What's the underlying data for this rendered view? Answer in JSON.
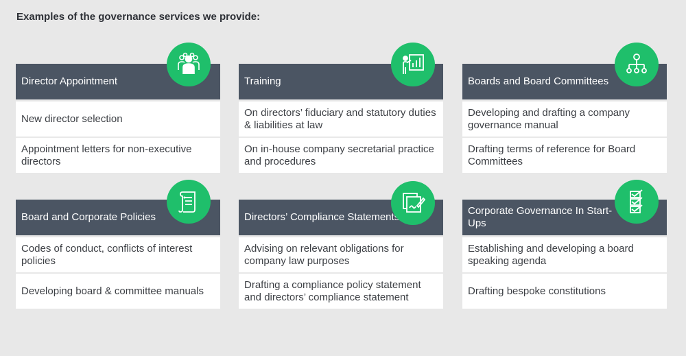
{
  "heading": "Examples of the governance services we provide:",
  "colors": {
    "header": "#4b5563",
    "accent": "#1fbf6b",
    "background": "#e8e8e8"
  },
  "cards": [
    {
      "title": "Director Appointment",
      "icon": "people-icon",
      "rows": [
        "New director selection",
        "Appointment letters for non-executive directors"
      ]
    },
    {
      "title": "Training",
      "icon": "presentation-icon",
      "rows": [
        "On directors’ fiduciary and statutory duties & liabilities at law",
        "On in-house company secretarial practice and procedures"
      ]
    },
    {
      "title": "Boards and Board Committees",
      "icon": "org-chart-icon",
      "rows": [
        "Developing and drafting a company governance manual",
        "Drafting terms of reference for Board Committees"
      ]
    },
    {
      "title": "Board and Corporate Policies",
      "icon": "scroll-icon",
      "rows": [
        "Codes of conduct, conflicts of interest policies",
        "Developing board & committee manuals"
      ]
    },
    {
      "title": "Directors’ Compliance Statements",
      "icon": "signed-document-icon",
      "rows": [
        "Advising on relevant obligations for company law purposes",
        "Drafting a compliance policy statement and directors’ compliance statement"
      ]
    },
    {
      "title": "Corporate Governance In Start-Ups",
      "icon": "checklist-icon",
      "rows": [
        "Establishing and developing a board speaking agenda",
        "Drafting bespoke constitutions"
      ]
    }
  ]
}
